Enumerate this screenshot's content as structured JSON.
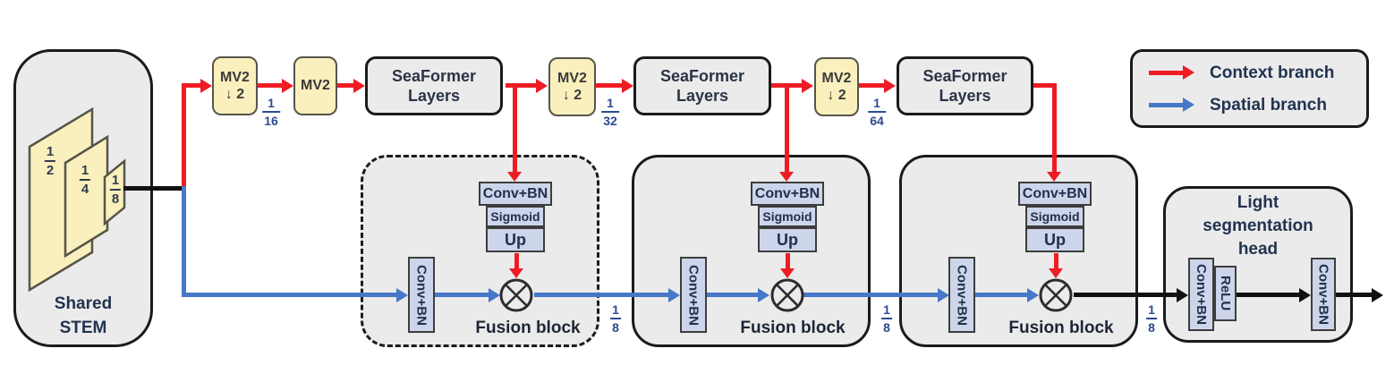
{
  "stem": {
    "line1": "Shared",
    "line2": "STEM",
    "scales": [
      {
        "num": "1",
        "den": "2"
      },
      {
        "num": "1",
        "den": "4"
      },
      {
        "num": "1",
        "den": "8"
      }
    ]
  },
  "mv2_down": {
    "line1": "MV2",
    "line2": "↓ 2"
  },
  "mv2": {
    "label": "MV2"
  },
  "seaformer": {
    "line1": "SeaFormer",
    "line2": "Layers"
  },
  "fractions": {
    "f16": {
      "num": "1",
      "den": "16"
    },
    "f32": {
      "num": "1",
      "den": "32"
    },
    "f64": {
      "num": "1",
      "den": "64"
    },
    "f8": {
      "num": "1",
      "den": "8"
    }
  },
  "fusion": {
    "conv_bn": "Conv+BN",
    "sigmoid": "Sigmoid",
    "up": "Up",
    "conv_bn_spatial": "Conv+BN",
    "label": "Fusion block"
  },
  "legend": {
    "context": "Context branch",
    "spatial": "Spatial branch"
  },
  "head": {
    "line1": "Light",
    "line2": "segmentation",
    "line3": "head",
    "conv_bn1": "Conv+BN",
    "relu": "ReLU",
    "conv_bn2": "Conv+BN"
  },
  "colors": {
    "context_branch": "#ee1c25",
    "spatial_branch": "#4677c8",
    "feature_map_yellow": "#faf0bd",
    "op_box_blue": "#cdd5ea",
    "panel_gray": "#ebebeb",
    "fraction_text": "#2d4b8f"
  }
}
